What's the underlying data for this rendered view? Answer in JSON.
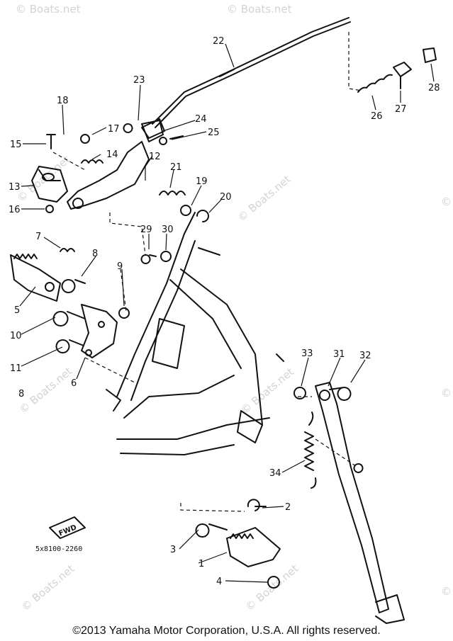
{
  "figure": {
    "part_code": "5x8100-2260",
    "fwd_label": "FWD",
    "copyright": "©2013 Yamaha Motor Corporation, U.S.A. All rights reserved."
  },
  "watermarks": [
    "© Boats.net",
    "© Boats.net",
    "© Boats.net",
    "© Boats.net",
    "© Boats.net",
    "© Boats.net",
    "© Boats.net",
    "© Boats.net",
    "© Boats.net",
    "© Boats.net",
    "© Boats.net"
  ],
  "callouts": [
    "1",
    "2",
    "3",
    "4",
    "5",
    "6",
    "7",
    "8",
    "9",
    "10",
    "11",
    "12",
    "13",
    "14",
    "15",
    "16",
    "17",
    "18",
    "19",
    "20",
    "21",
    "22",
    "23",
    "24",
    "25",
    "26",
    "27",
    "28",
    "29",
    "30",
    "31",
    "32",
    "33",
    "34",
    "8"
  ]
}
